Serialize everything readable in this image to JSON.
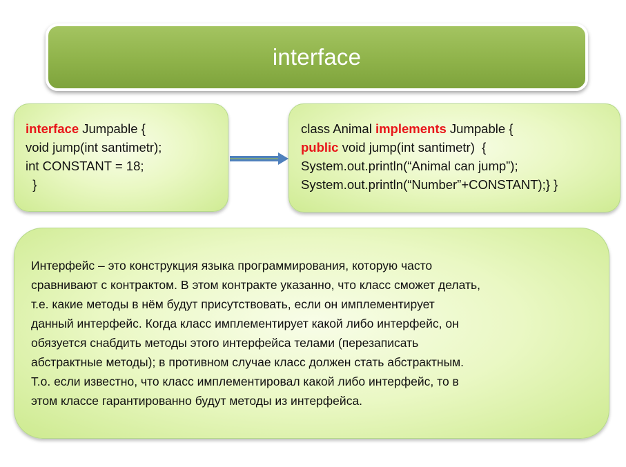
{
  "title": "interface",
  "left_code": {
    "line1_kw": "interface",
    "line1_rest": " Jumpable {",
    "line2": "void jump(int santimetr);",
    "line3": "int CONSTANT = 18;",
    "line4": "  }"
  },
  "right_code": {
    "line1_pre": "class Animal ",
    "line1_kw": "implements",
    "line1_rest": " Jumpable {",
    "line2_kw": "public",
    "line2_rest": " void jump(int santimetr)  {",
    "line3": "System.out.println(“Animal can jump”);",
    "line4": "System.out.println(“Number”+CONSTANT);} }"
  },
  "arrow_icon": "right-arrow-icon",
  "colors": {
    "title_green": "#8fb34a",
    "keyword_red": "#e8161a",
    "arrow_blue": "#4f81bd",
    "arrow_green": "#9bbb59"
  },
  "description": [
    "Интерфейс – это конструкция языка программирования, которую часто",
    "сравнивают с контрактом. В этом контракте указанно, что класс сможет делать,",
    "т.е. какие методы в нём будут присутствовать, если он имплементирует",
    "данный интерфейс. Когда класс имплементирует какой либо интерфейс, он",
    "обязуется снабдить методы этого интерфейса телами (перезаписать",
    "абстрактные методы); в противном случае класс должен стать абстрактным.",
    "Т.о. если известно, что класс имплементировал какой либо интерфейс, то в",
    "этом классе гарантированно будут методы из интерфейса."
  ]
}
